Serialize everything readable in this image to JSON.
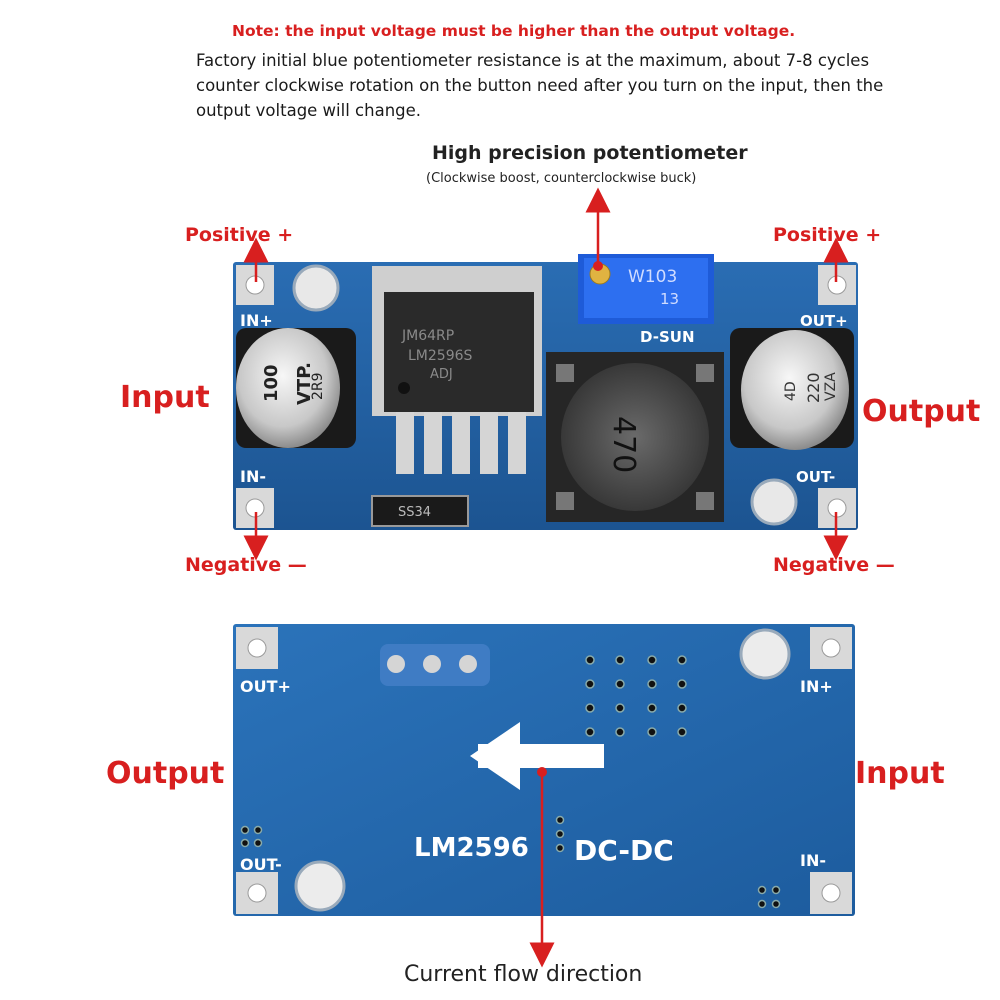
{
  "texts": {
    "note": "Note: the input voltage must be higher than the output voltage.",
    "description": "Factory initial blue potentiometer resistance is at the maximum, about 7-8 cycles counter clockwise rotation on the button need after you turn on the input, then the output voltage will change.",
    "pot_title": "High precision potentiometer",
    "pot_subtitle": "(Clockwise boost, counterclockwise buck)",
    "positive_left": "Positive +",
    "positive_right": "Positive +",
    "negative_left": "Negative —",
    "negative_right": "Negative —",
    "input_top": "Input",
    "output_top": "Output",
    "output_bottom": "Output",
    "input_bottom": "Input",
    "flow": "Current flow direction"
  },
  "board_top": {
    "in_plus": "IN+",
    "in_minus": "IN-",
    "out_plus": "OUT+",
    "out_minus": "OUT-",
    "cap_left": [
      "100",
      "VTP.",
      "2R9"
    ],
    "cap_right": [
      "4D",
      "220",
      "VZA"
    ],
    "ic_text": [
      "JM64RP",
      "LM2596S",
      "ADJ"
    ],
    "pot_text": [
      "W103",
      "13"
    ],
    "brand": "D-SUN",
    "inductor": "470",
    "diode": "SS34"
  },
  "board_bottom": {
    "out_plus": "OUT+",
    "out_minus": "OUT-",
    "in_plus": "IN+",
    "in_minus": "IN-",
    "chip": "LM2596",
    "type": "DC-DC"
  },
  "colors": {
    "accent": "#d81f1f",
    "pcb": "#1f5f9e"
  }
}
